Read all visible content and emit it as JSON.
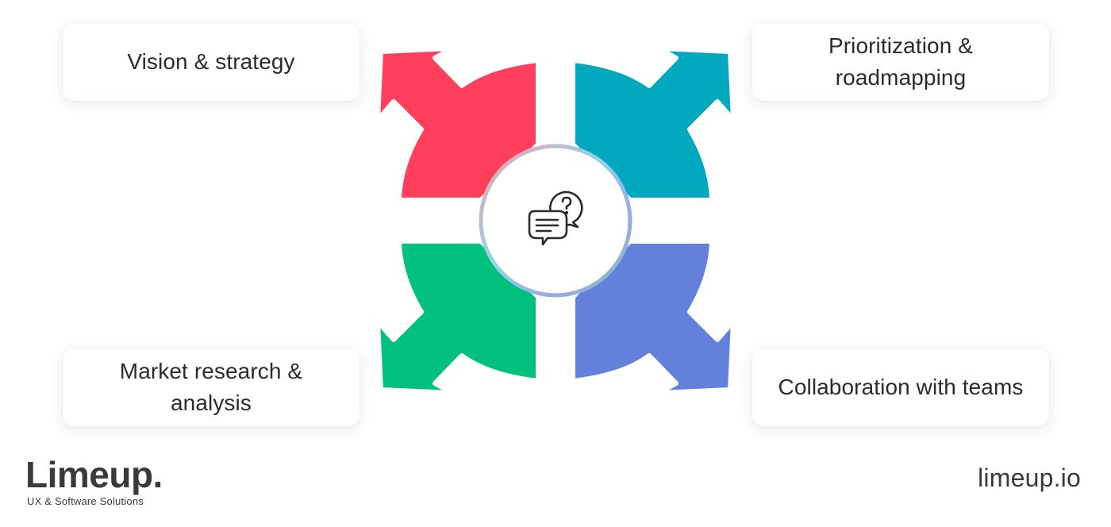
{
  "cards": {
    "top_left": "Vision & strategy",
    "top_right": "Prioritization &\nroadmapping",
    "bottom_left": "Market research &\nanalysis",
    "bottom_right": "Collaboration with teams"
  },
  "colors": {
    "top_left": "#ff3f5c",
    "top_right": "#02a8bd",
    "bottom_left": "#02c07e",
    "bottom_right": "#6380db"
  },
  "center_icon": "chat-question-icon",
  "brand": {
    "name": "Limeup.",
    "tagline": "UX & Software Solutions",
    "website": "limeup.io"
  }
}
